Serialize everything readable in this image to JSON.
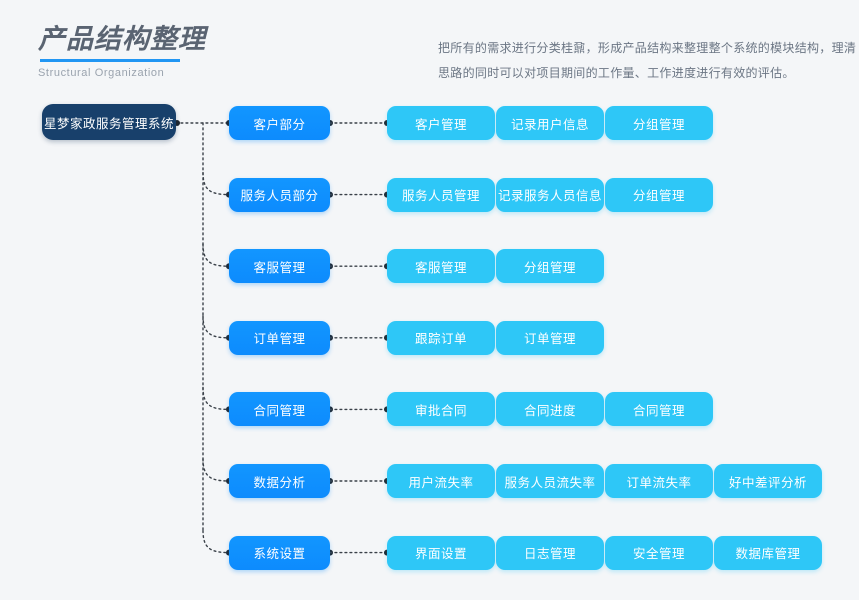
{
  "header": {
    "title": "产品结构整理",
    "subtitle": "Structural Organization",
    "description_lines": [
      "把所有的需求进行分类桂鼐，形成产品结构来整理整个系统的模块结构，理清",
      "思路的同时可以对项目期间的工作量、工作进度进行有效的评估。"
    ]
  },
  "colors": {
    "background": "#f4f6f8",
    "root_node": "#18406b",
    "level1_node": "#0d8bfd",
    "level2_node": "#2ec7f7",
    "title_text": "#5a6472",
    "title_underline": "#2196f3",
    "subtitle_text": "#9aa3ae",
    "description_text": "#6b7684",
    "connector": "#3a4149"
  },
  "diagram": {
    "root": {
      "label": "星梦家政服务管理系统"
    },
    "branches": [
      {
        "label": "客户部分",
        "children": [
          {
            "label": "客户管理"
          },
          {
            "label": "记录用户信息"
          },
          {
            "label": "分组管理"
          }
        ]
      },
      {
        "label": "服务人员部分",
        "children": [
          {
            "label": "服务人员管理"
          },
          {
            "label": "记录服务人员信息"
          },
          {
            "label": "分组管理"
          }
        ]
      },
      {
        "label": "客服管理",
        "children": [
          {
            "label": "客服管理"
          },
          {
            "label": "分组管理"
          }
        ]
      },
      {
        "label": "订单管理",
        "children": [
          {
            "label": "跟踪订单"
          },
          {
            "label": "订单管理"
          }
        ]
      },
      {
        "label": "合同管理",
        "children": [
          {
            "label": "审批合同"
          },
          {
            "label": "合同进度"
          },
          {
            "label": "合同管理"
          }
        ]
      },
      {
        "label": "数据分析",
        "children": [
          {
            "label": "用户流失率"
          },
          {
            "label": "服务人员流失率"
          },
          {
            "label": "订单流失率"
          },
          {
            "label": "好中差评分析"
          }
        ]
      },
      {
        "label": "系统设置",
        "children": [
          {
            "label": "界面设置"
          },
          {
            "label": "日志管理"
          },
          {
            "label": "安全管理"
          },
          {
            "label": "数据库管理"
          }
        ]
      }
    ]
  }
}
